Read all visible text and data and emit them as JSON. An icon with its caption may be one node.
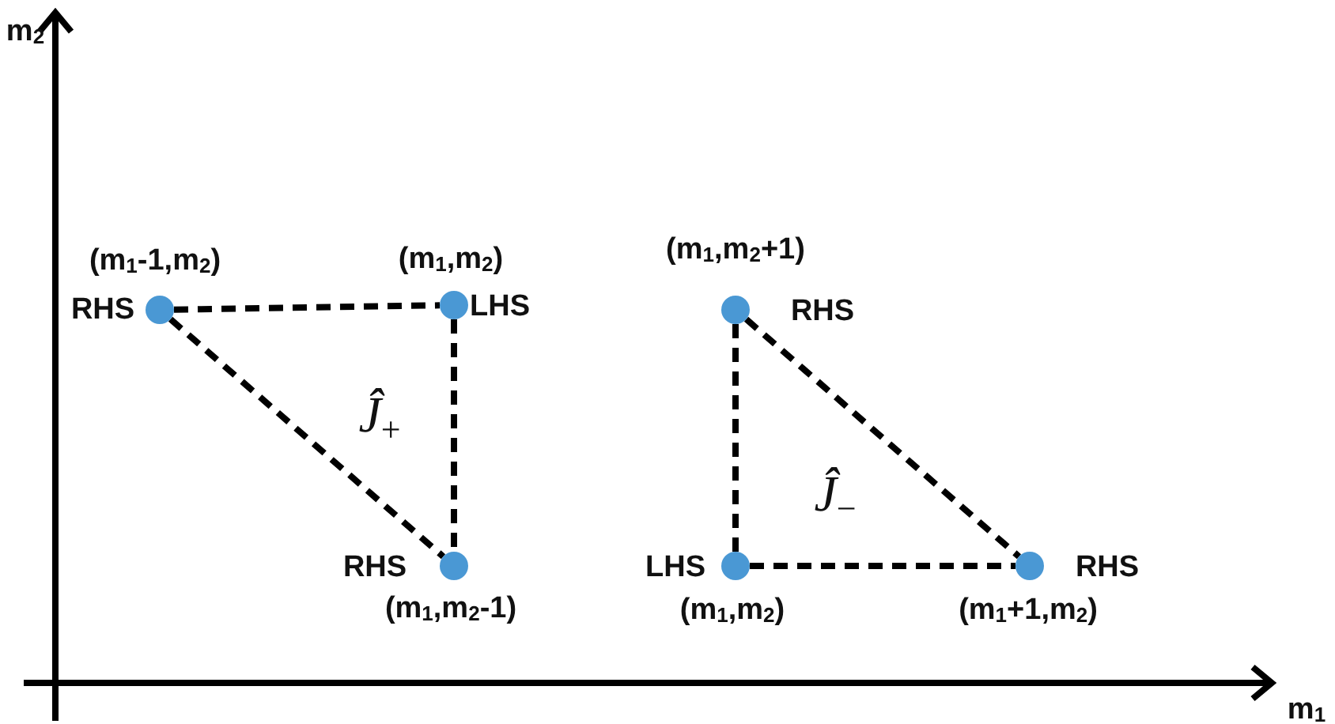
{
  "diagram": {
    "nodes": [
      {
        "text": [],
        "shape": "circle",
        "beside": [
          "(m$_{1}$-1,m$_{2}$)",
          "RHS"
        ]
      },
      {
        "text": [],
        "shape": "circle",
        "beside": [
          "(m$_{1}$,m$_{2}$)",
          "LHS"
        ]
      },
      {
        "text": [],
        "shape": "circle",
        "beside": [
          "RHS",
          "(m$_{1}$,m$_{2}$-1)"
        ]
      },
      {
        "text": [],
        "shape": "circle",
        "beside": [
          "(m$_{1}$,m$_{2}$+1)",
          "RHS"
        ]
      },
      {
        "text": [],
        "shape": "circle",
        "beside": [
          "LHS",
          "(m$_{1}$,m$_{2}$)"
        ]
      },
      {
        "text": [],
        "shape": "circle",
        "beside": [
          "RHS",
          "(m$_{1}$+1,m$_{2}$)"
        ]
      }
    ],
    "edges": [
      {
        "from": 0,
        "to": 1,
        "arrow": "none",
        "style": "dashed"
      },
      {
        "from": 1,
        "to": 2,
        "arrow": "none",
        "style": "dashed"
      },
      {
        "from": 0,
        "to": 2,
        "arrow": "none",
        "style": "dashed"
      },
      {
        "from": 3,
        "to": 4,
        "arrow": "none",
        "style": "dashed"
      },
      {
        "from": 4,
        "to": 5,
        "arrow": "none",
        "style": "dashed"
      },
      {
        "from": 3,
        "to": 5,
        "arrow": "none",
        "style": "dashed"
      }
    ],
    "labels": [
      "m$_{2}$",
      "Ĵ$_{+}$",
      "Ĵ$_{−}$",
      "m$_{1}$"
    ]
  }
}
